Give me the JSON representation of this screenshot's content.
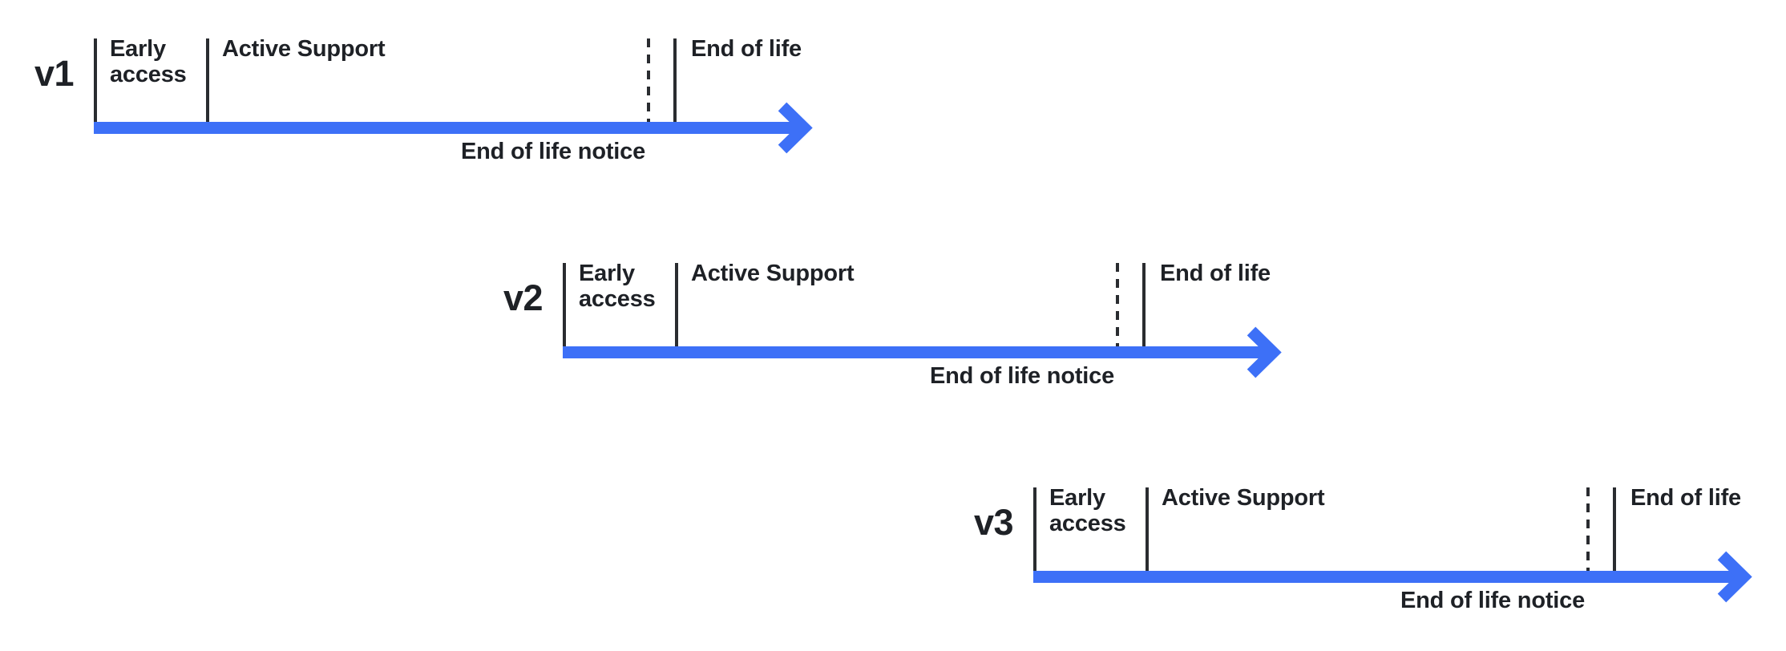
{
  "page": {
    "background_color": "#ffffff"
  },
  "colors": {
    "accent_blue": "#3d70f7",
    "line_dark": "#2a2c30",
    "text_dark": "#1e2126"
  },
  "timelines": [
    {
      "version": "v1",
      "early_access": "Early access",
      "active_support": "Active Support",
      "end_of_life": "End of life",
      "end_of_life_notice": "End of life notice"
    },
    {
      "version": "v2",
      "early_access": "Early access",
      "active_support": "Active Support",
      "end_of_life": "End of life",
      "end_of_life_notice": "End of life notice"
    },
    {
      "version": "v3",
      "early_access": "Early access",
      "active_support": "Active Support",
      "end_of_life": "End of life",
      "end_of_life_notice": "End of life notice"
    }
  ]
}
